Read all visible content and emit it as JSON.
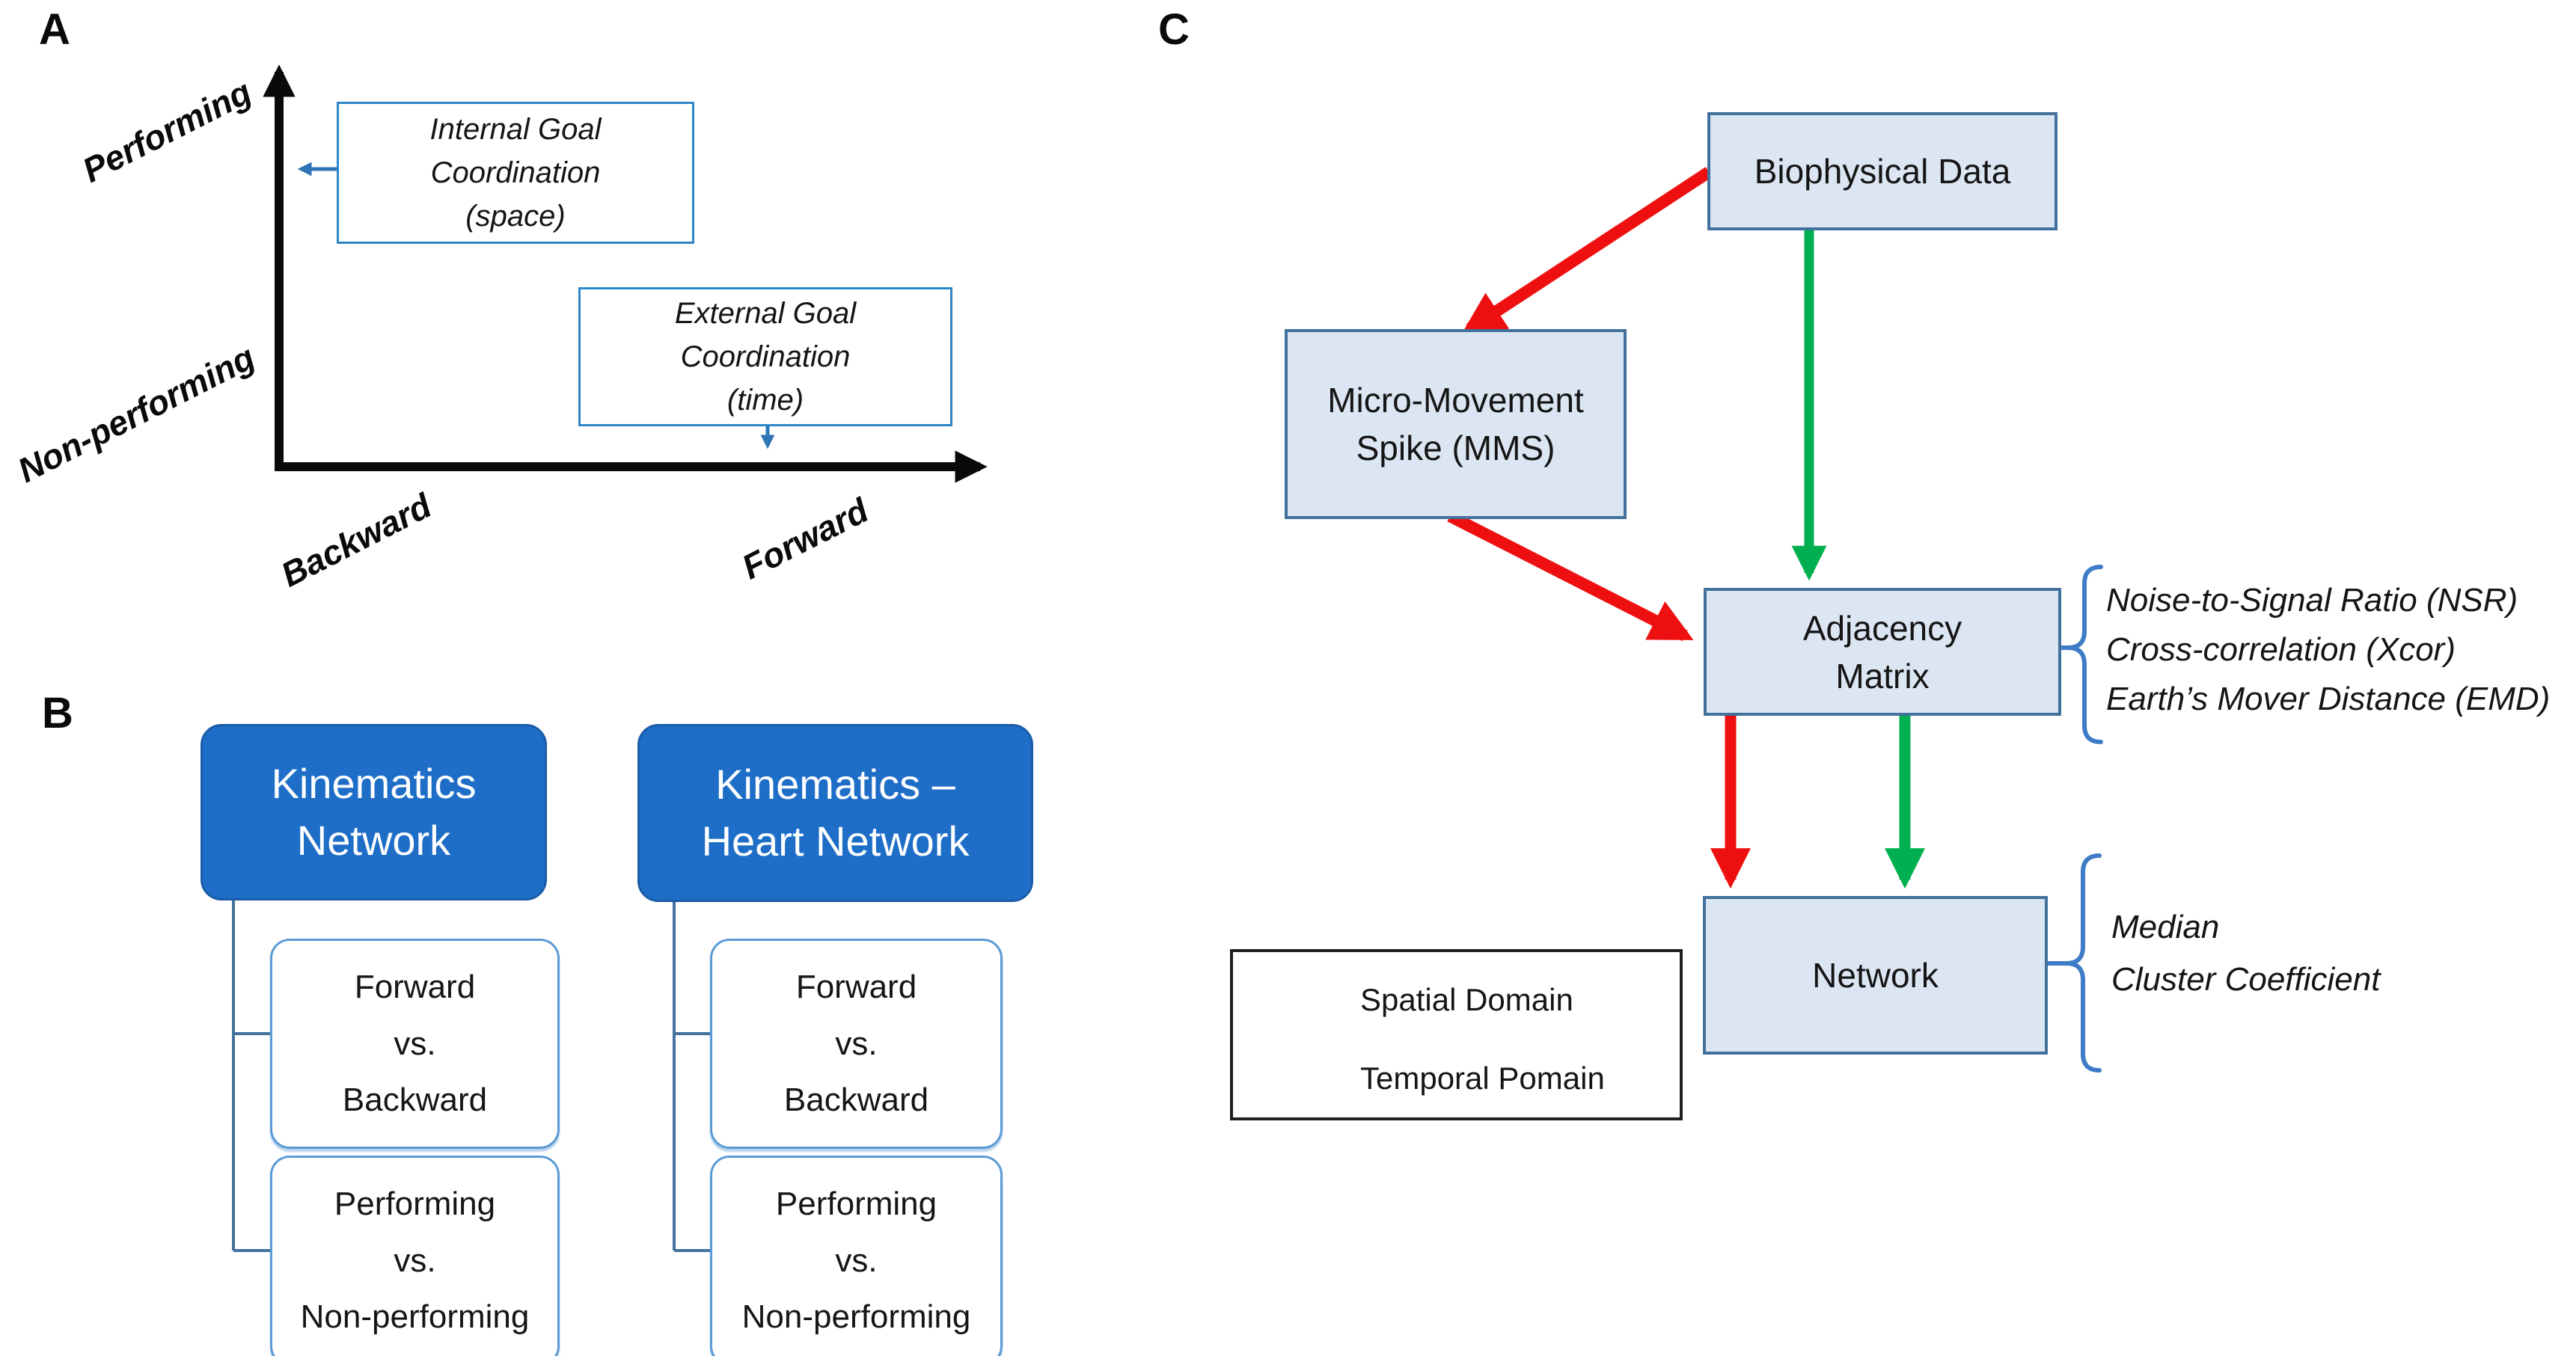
{
  "panelA": {
    "label": "A",
    "axis_labels": {
      "performing": "Performing",
      "non_performing": "Non-performing",
      "backward": "Backward",
      "forward": "Forward"
    },
    "internal_box": {
      "line1": "Internal Goal",
      "line2": "Coordination",
      "line3": "(space)"
    },
    "external_box": {
      "line1": "External Goal",
      "line2": "Coordination",
      "line3": "(time)"
    }
  },
  "panelB": {
    "label": "B",
    "columns": [
      {
        "header_line1": "Kinematics",
        "header_line2": "Network",
        "comparison1": {
          "line1": "Forward",
          "line2": "vs.",
          "line3": "Backward"
        },
        "comparison2": {
          "line1": "Performing",
          "line2": "vs.",
          "line3": "Non-performing"
        }
      },
      {
        "header_line1": "Kinematics –",
        "header_line2": "Heart Network",
        "comparison1": {
          "line1": "Forward",
          "line2": "vs.",
          "line3": "Backward"
        },
        "comparison2": {
          "line1": "Performing",
          "line2": "vs.",
          "line3": "Non-performing"
        }
      }
    ]
  },
  "panelC": {
    "label": "C",
    "boxes": {
      "biophysical": "Biophysical Data",
      "mms_line1": "Micro-Movement",
      "mms_line2": "Spike (MMS)",
      "adjacency_line1": "Adjacency",
      "adjacency_line2": "Matrix",
      "network": "Network"
    },
    "adjacency_metrics": [
      "Noise-to-Signal Ratio (NSR)",
      "Cross-correlation (Xcor)",
      "Earth’s Mover Distance (EMD)"
    ],
    "network_metrics": [
      "Median",
      "Cluster Coefficient"
    ],
    "legend": {
      "spatial": "Spatial Domain",
      "temporal": "Temporal Pomain"
    }
  },
  "colors": {
    "header_blue": "#1E6EC8",
    "flow_box_fill": "#DCE6F2",
    "flow_box_border": "#41719C",
    "subbox_border": "#5B9BD5",
    "connector_blue": "#41719C",
    "spatial_red": "#EE1010",
    "temporal_green": "#00B050",
    "small_arrow_blue": "#2E75B6",
    "bracket_blue": "#3E7CC7"
  }
}
